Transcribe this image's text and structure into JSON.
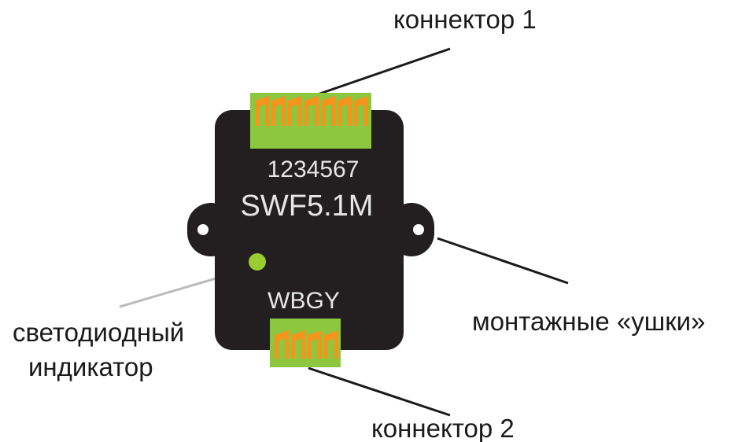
{
  "device": {
    "model": "SWF5.1M",
    "pin_numbers": "1234567",
    "pin_letters": "WBGY",
    "body_color": "#231f20",
    "connector_color": "#8dc63f",
    "pin_color": "#f7941d",
    "led_color": "#9acd32"
  },
  "callouts": {
    "connector1": "коннектор 1",
    "connector2": "коннектор 2",
    "ears": "монтажные «ушки»",
    "led_line1": "светодиодный",
    "led_line2": "индикатор"
  }
}
